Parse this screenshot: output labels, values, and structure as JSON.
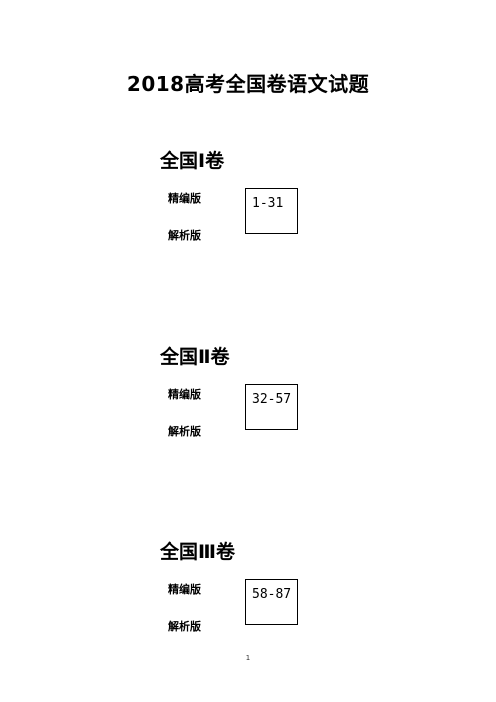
{
  "document": {
    "title": "2018高考全国卷语文试题",
    "sections": [
      {
        "heading": "全国Ⅰ卷",
        "version_refined": "精编版",
        "version_analysis": "解析版",
        "page_range": "1-31"
      },
      {
        "heading": "全国Ⅱ卷",
        "version_refined": "精编版",
        "version_analysis": "解析版",
        "page_range": "32-57"
      },
      {
        "heading": "全国Ⅲ卷",
        "version_refined": "精编版",
        "version_analysis": "解析版",
        "page_range": "58-87"
      }
    ],
    "page_number": "1"
  }
}
